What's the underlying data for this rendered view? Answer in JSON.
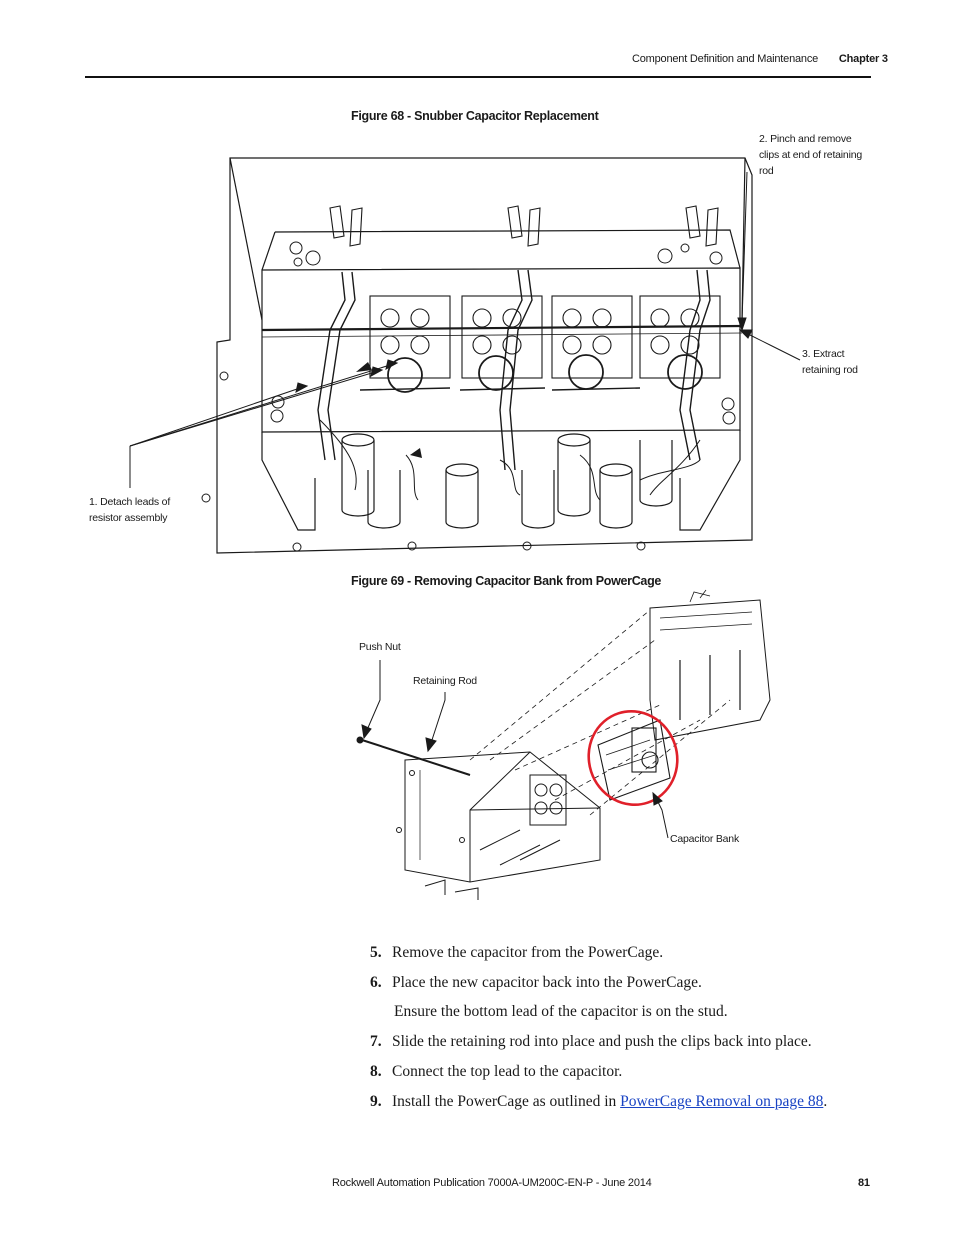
{
  "header": {
    "section": "Component Definition and Maintenance",
    "chapter": "Chapter 3"
  },
  "figure68": {
    "caption": "Figure 68 - Snubber Capacitor Replacement",
    "callout2_l1": "2. Pinch and remove",
    "callout2_l2": "clips at end of retaining",
    "callout2_l3": "rod",
    "callout3_l1": "3. Extract",
    "callout3_l2": "retaining rod",
    "callout1_l1": "1. Detach leads of",
    "callout1_l2": "resistor assembly"
  },
  "figure69": {
    "caption": "Figure 69 - Removing Capacitor Bank from PowerCage",
    "push_nut": "Push Nut",
    "retaining_rod": "Retaining Rod",
    "capacitor_bank": "Capacitor Bank",
    "highlight_color": "#e0202a"
  },
  "steps": {
    "s5": {
      "num": "5.",
      "text": "Remove the capacitor from the PowerCage."
    },
    "s6": {
      "num": "6.",
      "text": "Place the new capacitor back into the PowerCage."
    },
    "s6_note": "Ensure the bottom lead of the capacitor is on the stud.",
    "s7": {
      "num": "7.",
      "text": "Slide the retaining rod into place and push the clips back into place."
    },
    "s8": {
      "num": "8.",
      "text": "Connect the top lead to the capacitor."
    },
    "s9": {
      "num": "9.",
      "text_before": "Install the PowerCage as outlined in ",
      "link": "PowerCage Removal on page 88",
      "text_after": "."
    }
  },
  "footer": {
    "publication": "Rockwell Automation Publication 7000A-UM200C-EN-P - June 2014",
    "page": "81"
  },
  "colors": {
    "link": "#1a44c4",
    "rule": "#111111"
  }
}
